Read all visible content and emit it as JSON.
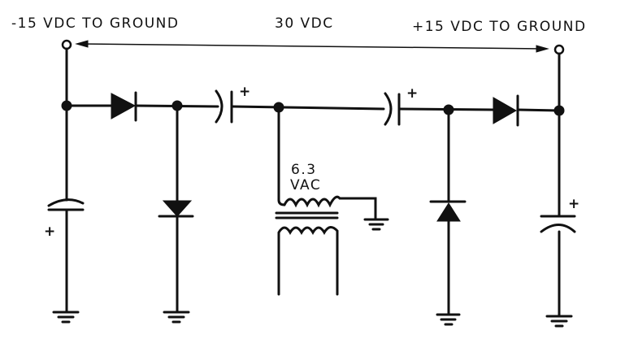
{
  "labels": {
    "neg_terminal": "-15 VDC TO GROUND",
    "pos_terminal": "+15 VDC TO GROUND",
    "total_voltage": "30 VDC",
    "transformer_voltage_line1": "6.3",
    "transformer_voltage_line2": "VAC",
    "polarity_plus": "+"
  }
}
